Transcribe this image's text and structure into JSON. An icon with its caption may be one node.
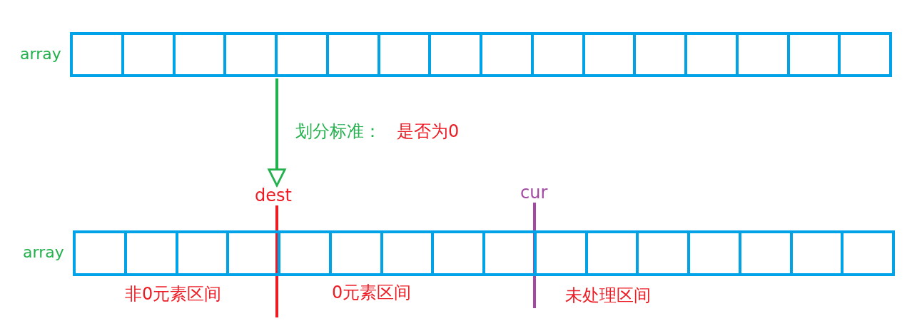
{
  "diagram": {
    "nodes": [
      {
        "text": [
          "array"
        ]
      },
      {
        "text": [
          "dest"
        ]
      },
      {
        "text": [
          "array"
        ],
        "beside": [
          "非0元素区间",
          "0元素区间",
          "未处理区间"
        ]
      },
      {
        "text": [
          "cur"
        ]
      }
    ],
    "edges": [
      {
        "from": 0,
        "to": 1,
        "arrow": "to",
        "label": "划分标准：",
        "color": "#22b14c"
      },
      {
        "from": 1,
        "to": 2,
        "arrow": "none",
        "color": "#ed1c24"
      },
      {
        "from": 3,
        "to": 2,
        "arrow": "none",
        "color": "#a349a4"
      }
    ],
    "labels": [
      "是否为0"
    ]
  }
}
